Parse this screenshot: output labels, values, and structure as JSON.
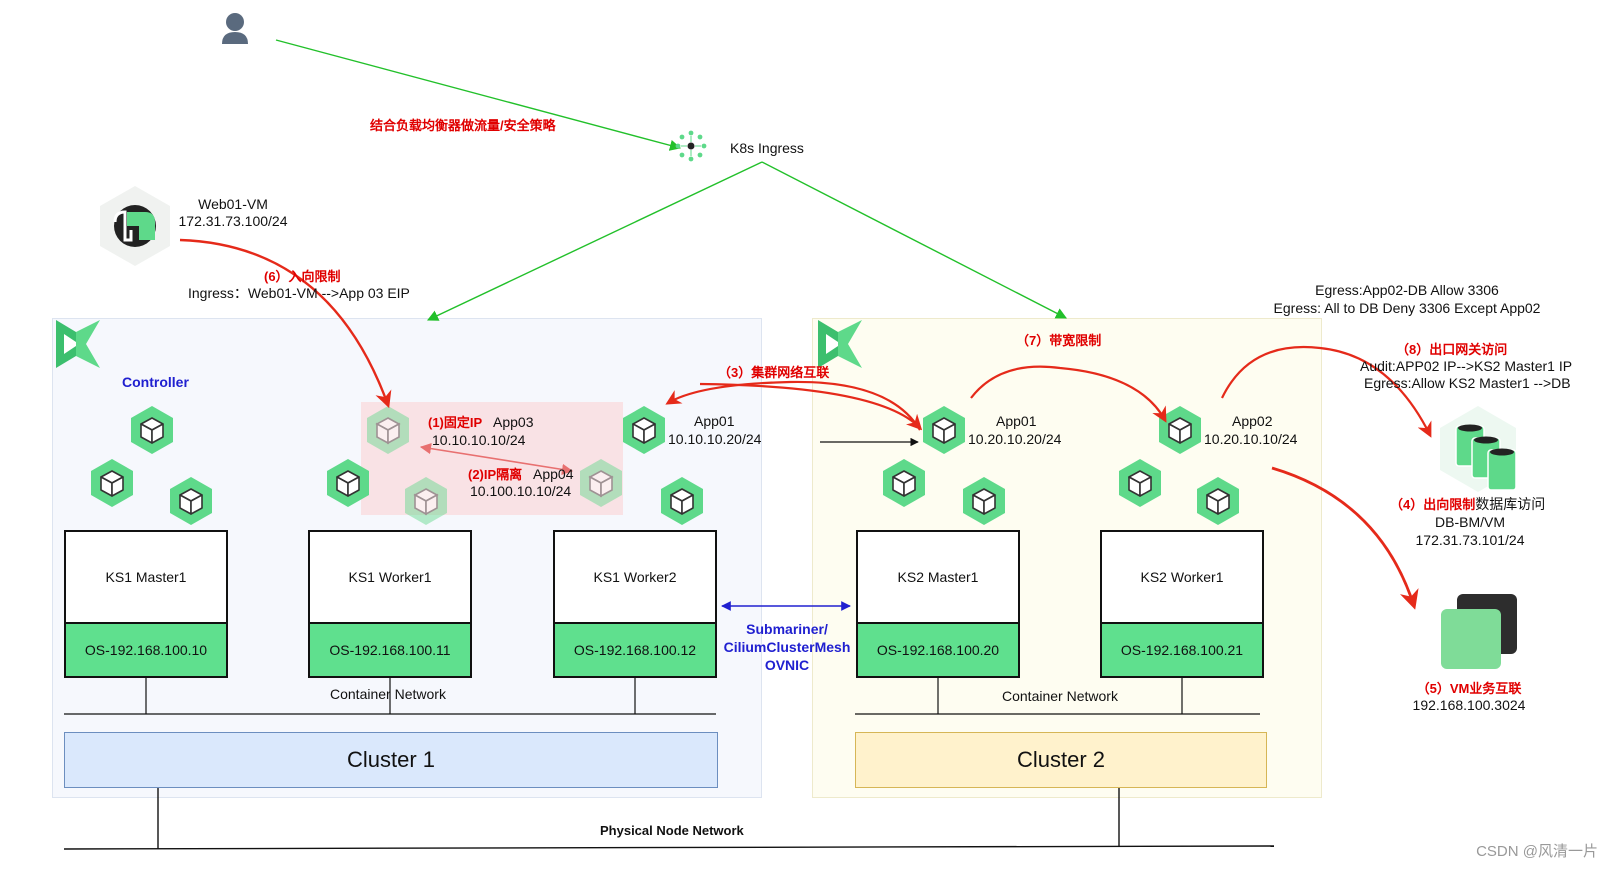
{
  "user": {
    "icon": "user-icon"
  },
  "ingress": {
    "label": "K8s Ingress",
    "icon": "ingress-hub-icon",
    "policy_note": "结合负载均衡器做流量/安全策略"
  },
  "web_vm": {
    "name": "Web01-VM",
    "ip": "172.31.73.100/24",
    "icon": "vm-logo-icon"
  },
  "annotations": {
    "ingress_limit_title": "(6）入向限制",
    "ingress_limit_rule": "Ingress：Web01-VM -->App 03 EIP",
    "fixed_ip": "(1)固定IP",
    "app03_name": "App03",
    "app03_ip": "10.10.10.10/24",
    "ip_isolation": "(2)IP隔离",
    "app04_name": "App04",
    "app04_ip": "10.100.10.10/24",
    "app01_c1_name": "App01",
    "app01_c1_ip": "10.10.10.20/24",
    "cluster_interconnect": "（3）集群网络互联",
    "bandwidth_limit": "（7）带宽限制",
    "app01_c2_name": "App01",
    "app01_c2_ip": "10.20.10.20/24",
    "app02_name": "App02",
    "app02_ip": "10.20.10.10/24",
    "egress_rule1": "Egress:App02-DB Allow 3306",
    "egress_rule2": "Egress: All to DB Deny 3306 Except App02",
    "gateway_access": "（8）出口网关访问",
    "audit_rule": "Audit:APP02 IP-->KS2 Master1 IP",
    "egress_rule3": "Egress:Allow KS2 Master1 -->DB",
    "egress_limit": "（4）出向限制",
    "db_access": "数据库访问",
    "db_name": "DB-BM/VM",
    "db_ip": "172.31.73.101/24",
    "vm_interconnect": "（5）VM业务互联",
    "vm_ip": "192.168.100.3024",
    "controller": "Controller",
    "submariner_1": "Submariner/",
    "submariner_2": "CiliumClusterMesh",
    "submariner_3": "OVNIC"
  },
  "cluster1": {
    "name": "Cluster 1",
    "container_network": "Container Network",
    "nodes": [
      {
        "name": "KS1 Master1",
        "os": "OS-192.168.100.10"
      },
      {
        "name": "KS1 Worker1",
        "os": "OS-192.168.100.11"
      },
      {
        "name": "KS1 Worker2",
        "os": "OS-192.168.100.12"
      }
    ]
  },
  "cluster2": {
    "name": "Cluster 2",
    "container_network": "Container Network",
    "nodes": [
      {
        "name": "KS2 Master1",
        "os": "OS-192.168.100.20"
      },
      {
        "name": "KS2 Worker1",
        "os": "OS-192.168.100.21"
      }
    ]
  },
  "physical_network": "Physical Node Network",
  "watermark": "CSDN @风清一片",
  "colors": {
    "green_flow": "#22c02a",
    "red_flow": "#e52a1a",
    "pod_green": "#5ed98a",
    "blue_link": "#2020d0"
  }
}
